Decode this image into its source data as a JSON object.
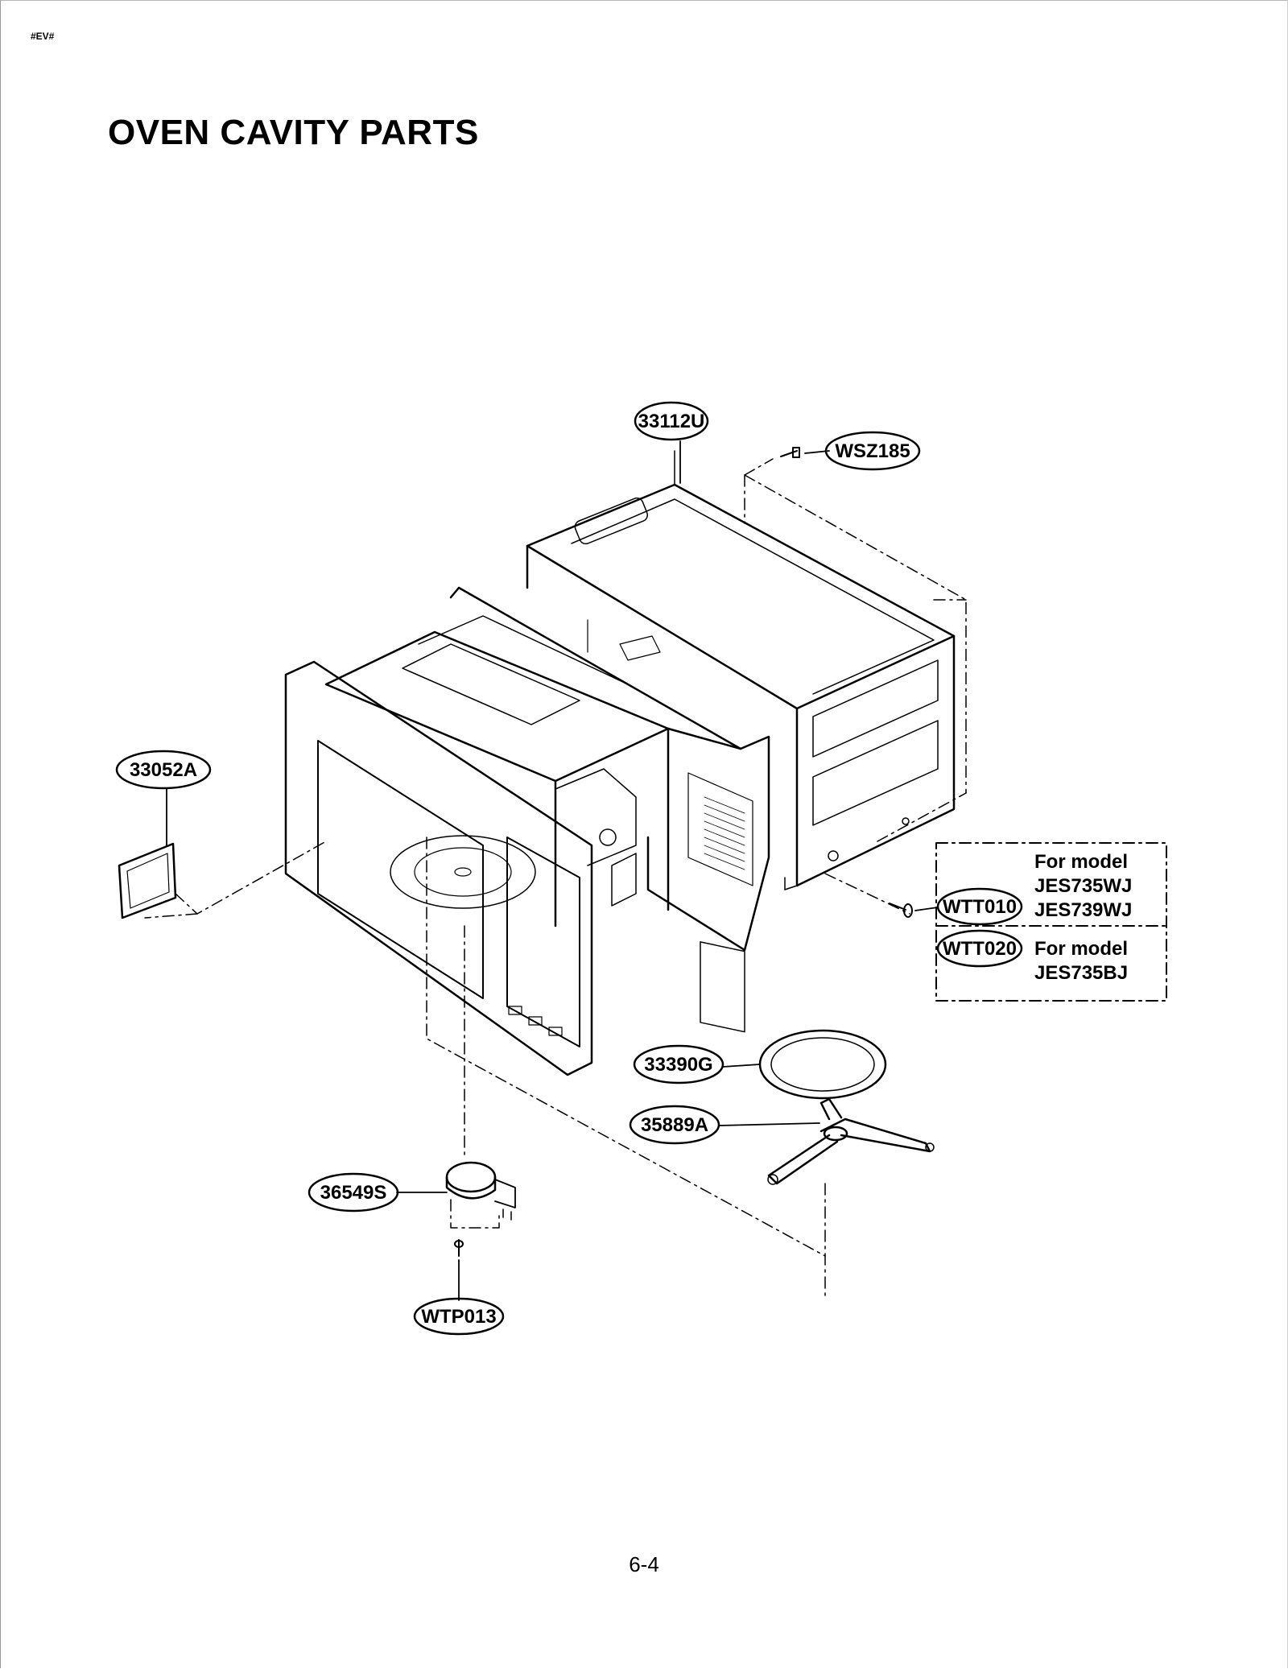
{
  "header": {
    "tag": "#EV#",
    "title": "OVEN CAVITY PARTS"
  },
  "footer": {
    "page_number": "6-4"
  },
  "diagram": {
    "parts": [
      {
        "id": "33112U"
      },
      {
        "id": "WSZ185"
      },
      {
        "id": "33052A"
      },
      {
        "id": "WTT010"
      },
      {
        "id": "WTT020"
      },
      {
        "id": "33390G"
      },
      {
        "id": "35889A"
      },
      {
        "id": "36549S"
      },
      {
        "id": "WTP013"
      }
    ],
    "model_notes": [
      {
        "line1": "For model",
        "line2": "JES735WJ",
        "line3": "JES739WJ"
      },
      {
        "line1": "For model",
        "line2": "JES735BJ"
      }
    ]
  }
}
